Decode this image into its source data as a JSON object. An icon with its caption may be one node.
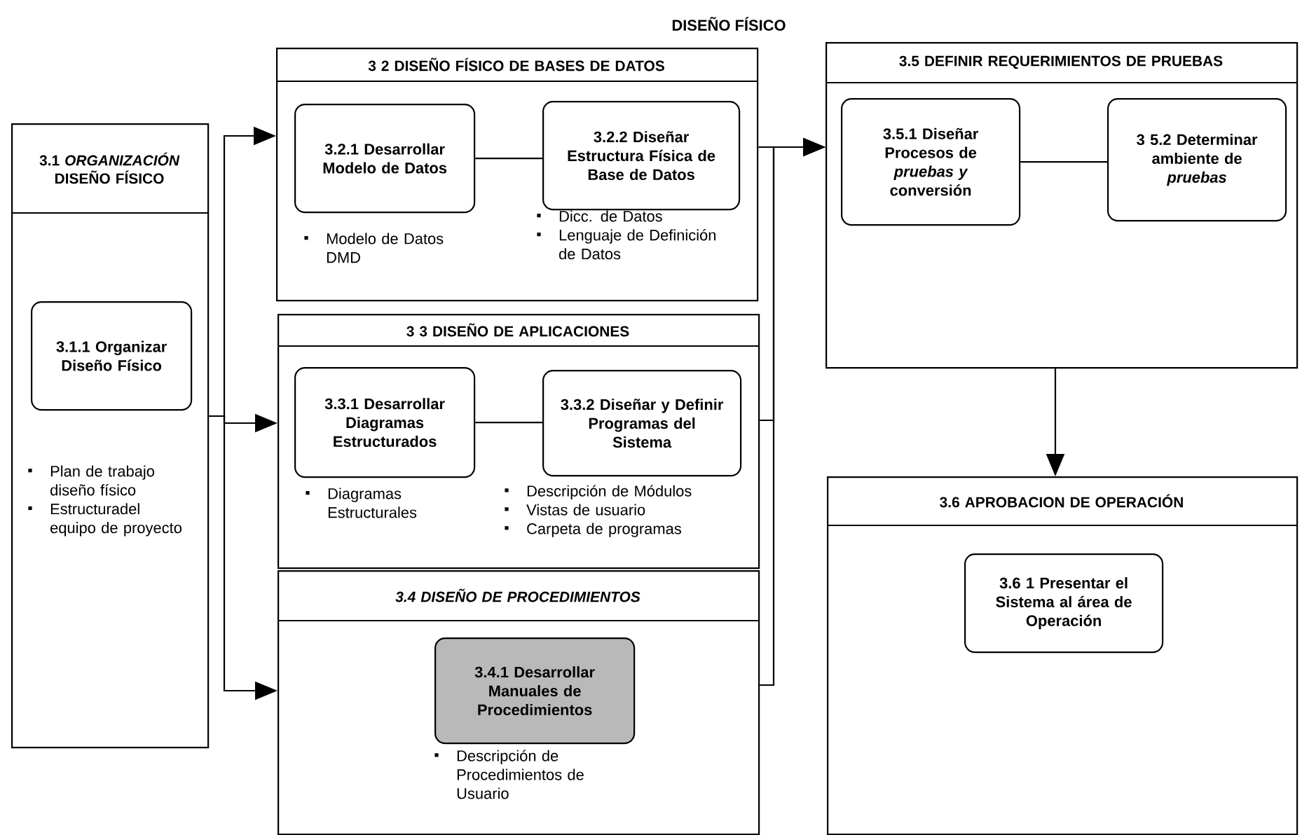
{
  "diagram": {
    "title": "DISEÑO FÍSICO",
    "nodes": [
      {
        "text": [
          "3.1 *ORGANIZACIÓN* DISEÑO FÍSICO"
        ]
      },
      {
        "text": [
          "3.1.1 Organizar Diseño Físico"
        ],
        "in": 0,
        "beside": [
          "Plan de trabajo diseño físico",
          "Estructuradel equipo de proyecto"
        ]
      },
      {
        "text": [
          "3 2  DISEÑO FÍSICO DE BASES DE DATOS"
        ]
      },
      {
        "text": [
          "3.2.1 Desarrollar Modelo de Datos"
        ],
        "in": 2,
        "beside": [
          "Modelo de Datos DMD"
        ]
      },
      {
        "text": [
          "3.2.2 Diseñar Estructura Física de Base de Datos"
        ],
        "in": 2,
        "beside": [
          "Dicc. de Datos",
          "Lenguaje de Definición de Datos"
        ]
      },
      {
        "text": [
          "3 3 DISEÑO DE APLICACIONES"
        ]
      },
      {
        "text": [
          "3.3.1 Desarrollar Diagramas Estructurados"
        ],
        "in": 5,
        "beside": [
          "Diagramas Estructurales"
        ]
      },
      {
        "text": [
          "3.3.2 Diseñar y Definir Programas del Sistema"
        ],
        "in": 5,
        "beside": [
          "Descripción de Módulos",
          "Vistas de usuario",
          "Carpeta de programas"
        ]
      },
      {
        "text": [
          "3.4 DISEÑO DE PROCEDIMIENTOS"
        ]
      },
      {
        "text": [
          "3.4.1 Desarrollar Manuales de Procedimientos"
        ],
        "in": 8,
        "beside": [
          "Descripción de Procedimientos de Usuario"
        ]
      },
      {
        "text": [
          "3.5 DEFINIR REQUERIMIENTOS DE PRUEBAS"
        ]
      },
      {
        "text": [
          "3.5.1 Diseñar Procesos de *pruebas y* conversión"
        ],
        "in": 10
      },
      {
        "text": [
          "3 5.2 Determinar ambiente de *pruebas*"
        ],
        "in": 10
      },
      {
        "text": [
          "3.6 APROBACION DE OPERACIÓN"
        ]
      },
      {
        "text": [
          "3.6 1 Presentar el Sistema al área de Operación"
        ],
        "in": 13
      }
    ],
    "edges": [
      {
        "from": 0,
        "to": 2,
        "arrow": "to"
      },
      {
        "from": 0,
        "to": 5,
        "arrow": "to"
      },
      {
        "from": 0,
        "to": 8,
        "arrow": "to"
      },
      {
        "from": 3,
        "to": 4,
        "arrow": "none"
      },
      {
        "from": 6,
        "to": 7,
        "arrow": "none"
      },
      {
        "from": 11,
        "to": 12,
        "arrow": "none"
      },
      {
        "from": 2,
        "to": 10,
        "arrow": "to"
      },
      {
        "from": 5,
        "to": 10,
        "arrow": "to"
      },
      {
        "from": 8,
        "to": 10,
        "arrow": "to"
      },
      {
        "from": 10,
        "to": 13,
        "arrow": "to"
      }
    ]
  }
}
